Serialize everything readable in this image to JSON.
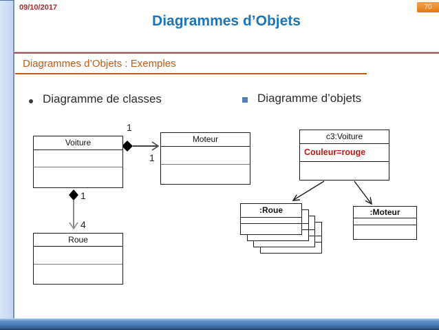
{
  "header": {
    "date": "09/10/2017",
    "slide_number": "70",
    "title": "Diagrammes d’Objets"
  },
  "subtitle": "Diagrammes d’Objets : Exemples",
  "left_section": {
    "heading": "Diagramme de classes",
    "classes": [
      {
        "name": "Voiture"
      },
      {
        "name": "Moteur"
      },
      {
        "name": "Roue"
      }
    ],
    "multiplicities": {
      "voiture_moteur_source": "1",
      "voiture_moteur_target": "1",
      "voiture_roue_source": "1",
      "voiture_roue_target": "4"
    }
  },
  "right_section": {
    "heading": "Diagramme d’objets",
    "objects": [
      {
        "name": "c3:Voiture",
        "attribute": "Couleur=rouge"
      },
      {
        "name": ":Roue"
      },
      {
        "name": ":Moteur"
      }
    ]
  },
  "colors": {
    "title_blue": "#1B75BC",
    "date_red": "#A52A2A",
    "subtitle_orange": "#C45911",
    "badge_orange": "#E07A14",
    "bullet_square_blue": "#4E81BD",
    "attribute_red": "#C21717",
    "footer_blue": "#4678B3",
    "stripe_blue": "#C2D6EF",
    "header_rule_maroon": "#8E4040"
  }
}
